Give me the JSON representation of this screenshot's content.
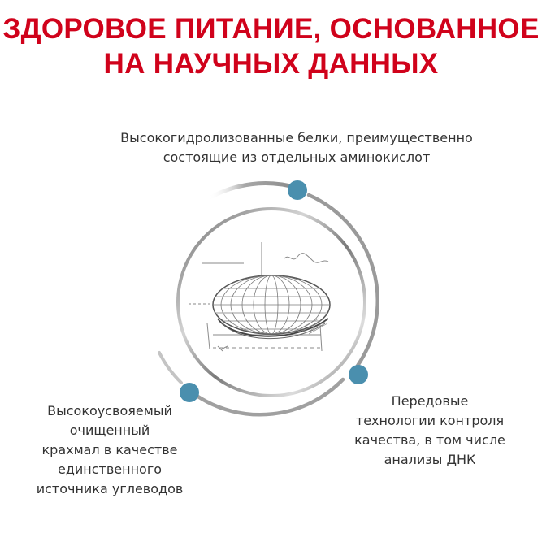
{
  "title": {
    "line1": "ЗДОРОВОЕ ПИТАНИЕ, ОСНОВАННОЕ",
    "line2": "НА НАУЧНЫХ ДАННЫХ"
  },
  "benefits": {
    "top": {
      "line1": "Высокогидролизованные белки, преимущественно",
      "line2": "состоящие из отдельных аминокислот"
    },
    "left": {
      "line1": "Высокоусвояемый",
      "line2": "очищенный",
      "line3": "крахмал в качестве",
      "line4": "единственного",
      "line5": "источника углеводов"
    },
    "right": {
      "line1": "Передовые",
      "line2": "технологии контроля",
      "line3": "качества, в том числе",
      "line4": "анализы ДНК"
    }
  },
  "colors": {
    "title": "#d0021b",
    "dot": "#4a8fae",
    "text": "#333333",
    "ring": "#9a9a9a"
  }
}
